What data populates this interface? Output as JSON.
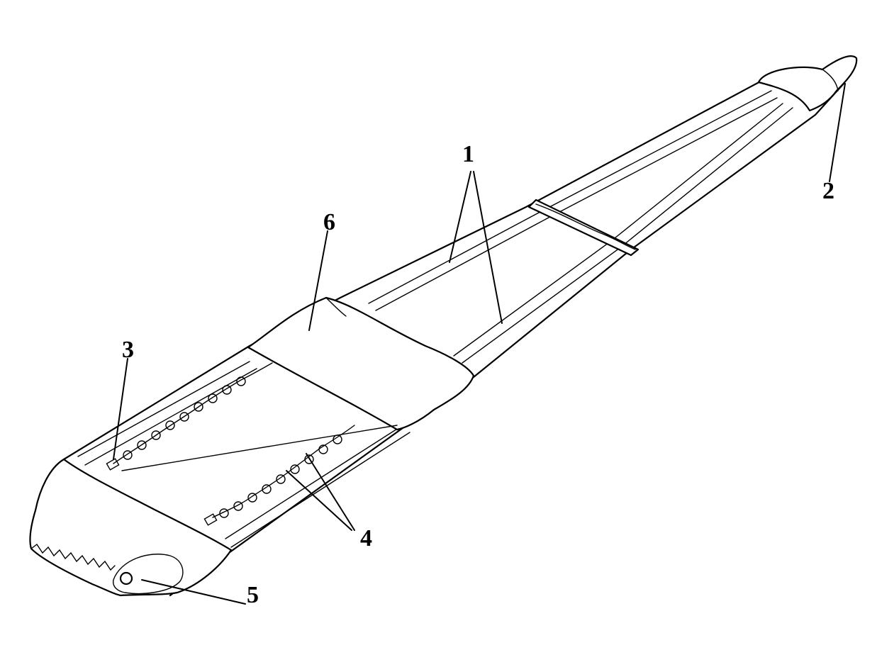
{
  "figure": {
    "callouts": [
      {
        "id": "1",
        "label": "1"
      },
      {
        "id": "2",
        "label": "2"
      },
      {
        "id": "3",
        "label": "3"
      },
      {
        "id": "4",
        "label": "4"
      },
      {
        "id": "5",
        "label": "5"
      },
      {
        "id": "6",
        "label": "6"
      }
    ]
  },
  "colors": {
    "ink": "#000000",
    "paper": "#ffffff"
  }
}
